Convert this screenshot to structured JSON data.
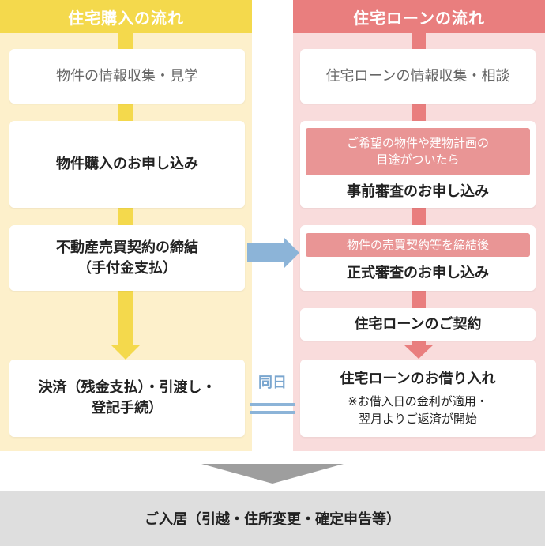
{
  "colors": {
    "purchase_accent": "#f4d94c",
    "purchase_background": "#fdf0cb",
    "loan_accent": "#e97e7e",
    "loan_background": "#f9dcdc",
    "loan_banner": "#e99595",
    "link_arrow": "#8cb4d8",
    "final_arrow": "#9e9e9e",
    "bottom_bar": "#dedede"
  },
  "purchase_flow": {
    "title": "住宅購入の流れ",
    "steps": [
      {
        "lines": [
          "物件の情報収集・見学"
        ]
      },
      {
        "lines": [
          "物件購入のお申し込み"
        ]
      },
      {
        "lines": [
          "不動産売買契約の締結",
          "（手付金支払）"
        ]
      },
      {
        "lines": [
          "決済（残金支払）・引渡し・",
          "登記手続）"
        ]
      }
    ]
  },
  "loan_flow": {
    "title": "住宅ローンの流れ",
    "steps": [
      {
        "lines": [
          "住宅ローンの情報収集・相談"
        ]
      },
      {
        "condition_lines": [
          "ご希望の物件や建物計画の",
          "目途がついたら"
        ],
        "lines": [
          "事前審査のお申し込み"
        ]
      },
      {
        "condition_lines": [
          "物件の売買契約等を締結後"
        ],
        "lines": [
          "正式審査のお申し込み"
        ]
      },
      {
        "lines": [
          "住宅ローンのご契約"
        ]
      },
      {
        "lines": [
          "住宅ローンのお借り入れ"
        ],
        "note_lines": [
          "※お借入日の金利が適用・",
          "翌月よりご返済が開始"
        ]
      }
    ]
  },
  "same_day_label": "同日",
  "final_step": "ご入居（引越・住所変更・確定申告等）"
}
